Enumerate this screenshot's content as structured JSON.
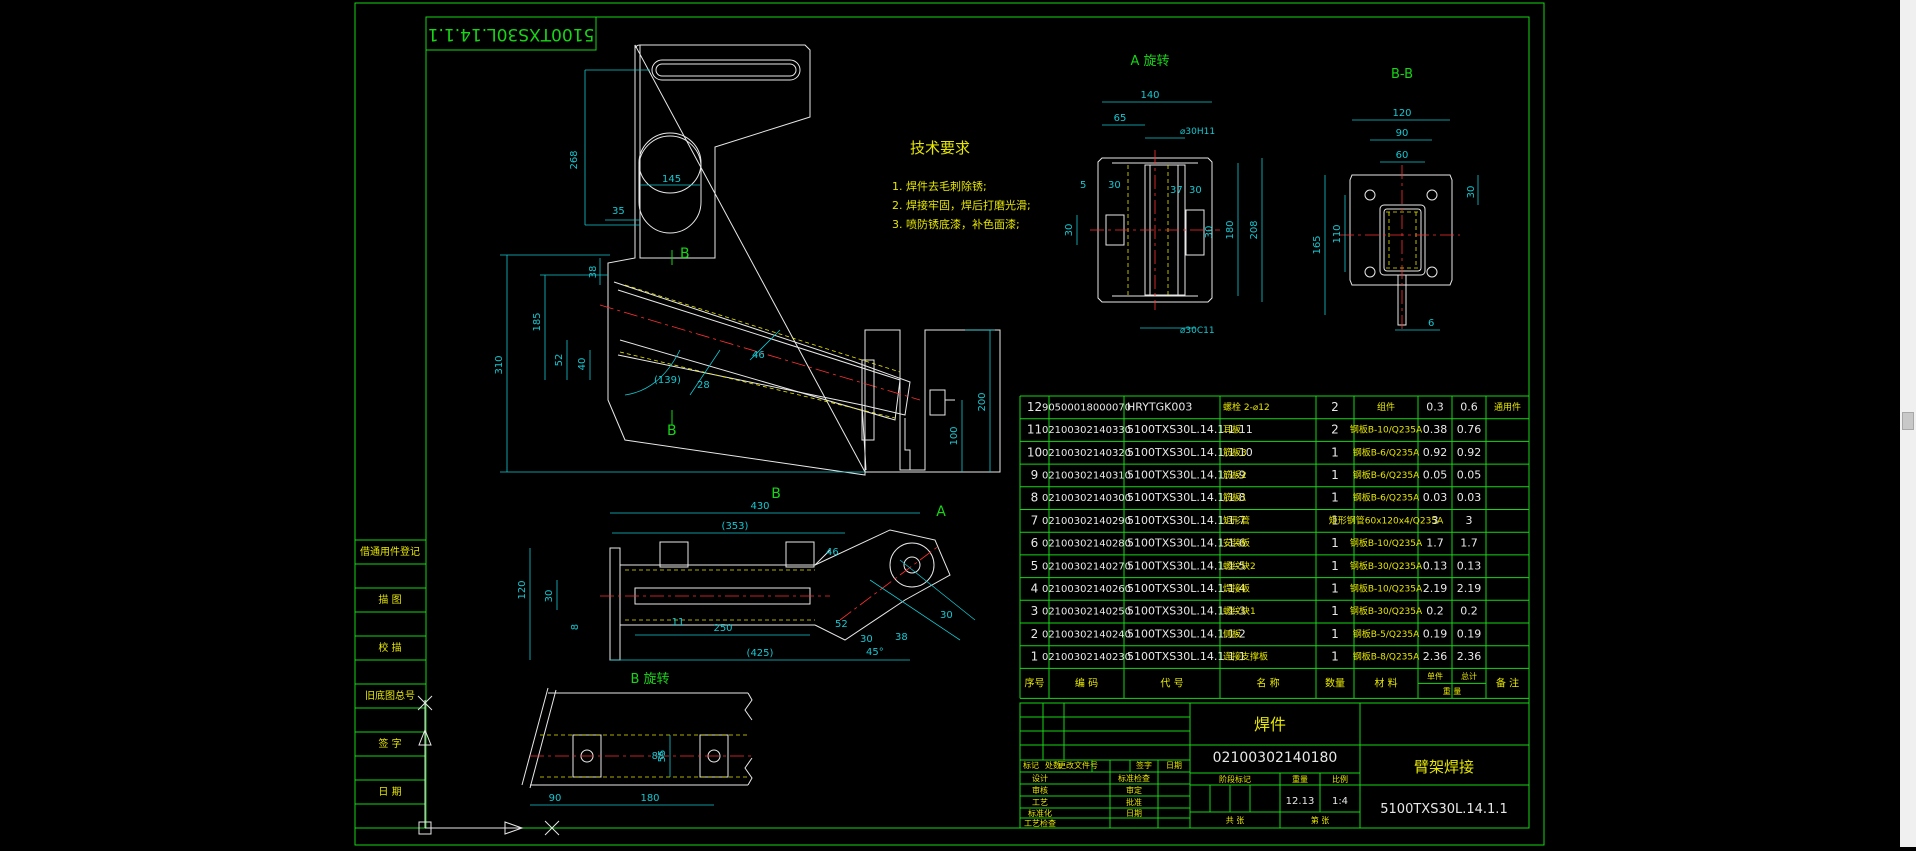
{
  "drawing": {
    "title_block_number": "5100TXS30L.14.1.1",
    "tech_requirements": {
      "title": "技术要求",
      "items": [
        "1. 焊件去毛刺除锈;",
        "2. 焊接牢固，焊后打磨光滑;",
        "3. 喷防锈底漆，补色面漆;"
      ]
    },
    "views": {
      "view_a": "A 旋转",
      "view_bb": "B-B",
      "view_b_label": "B",
      "view_b_rotated": "B 旋转",
      "label_a": "A",
      "label_b": "B"
    },
    "dims_main": {
      "d268": "268",
      "d145": "145",
      "d35": "35",
      "d38": "38",
      "d185": "185",
      "d310": "310",
      "d52": "52",
      "d40": "40",
      "d139": "(139)",
      "d28": "28",
      "d200": "200",
      "d100": "100",
      "d46": "46"
    },
    "dims_view_a": {
      "d140": "140",
      "d65": "65",
      "d30h": "⌀30H11",
      "d5": "5",
      "d30a": "30",
      "d37": "37",
      "d30b": "30",
      "d30c": "30",
      "d30d": "30",
      "d180": "180",
      "d208": "208",
      "d30bottom": "⌀30C11"
    },
    "dims_view_bb": {
      "d120": "120",
      "d90": "90",
      "d60": "60",
      "d30": "30",
      "d165": "165",
      "d110": "110",
      "d6": "6"
    },
    "dims_bottom": {
      "d430": "430",
      "d353": "(353)",
      "d120": "120",
      "d30": "30",
      "d8": "8",
      "d11": "11",
      "d250": "250",
      "d425": "(425)",
      "d46": "46",
      "d52": "52",
      "d30a": "30",
      "d45": "45°",
      "d38": "38",
      "d30b": "30"
    },
    "dims_view_b": {
      "d90": "90",
      "d180": "180",
      "d55": "55",
      "d88": "88"
    }
  },
  "left_panel": {
    "rows": [
      "借通用件登记",
      "描 图",
      "校 描",
      "旧底图总号",
      "签 字",
      "日 期"
    ]
  },
  "bom": {
    "header": [
      "序号",
      "编 码",
      "代 号",
      "名 称",
      "数量",
      "材 料",
      "单件",
      "总计",
      "备 注"
    ],
    "header_weight": "重 量",
    "rows": [
      [
        "12",
        "90500018000070",
        "HRYTGK003",
        "螺栓 2-⌀12",
        "2",
        "组件",
        "0.3",
        "0.6",
        "通用件"
      ],
      [
        "11",
        "02100302140330",
        "5100TXS30L.14.1.1-11",
        "耳板",
        "2",
        "钢板B-10/Q235A",
        "0.38",
        "0.76",
        ""
      ],
      [
        "10",
        "02100302140320",
        "5100TXS30L.14.1.1-10",
        "筋板3",
        "1",
        "钢板B-6/Q235A",
        "0.92",
        "0.92",
        ""
      ],
      [
        "9",
        "02100302140310",
        "5100TXS30L.14.1.1-9",
        "筋板2",
        "1",
        "钢板B-6/Q235A",
        "0.05",
        "0.05",
        ""
      ],
      [
        "8",
        "02100302140300",
        "5100TXS30L.14.1.1-8",
        "筋板1",
        "1",
        "钢板B-6/Q235A",
        "0.03",
        "0.03",
        ""
      ],
      [
        "7",
        "02100302140290",
        "5100TXS30L.14.1.1-7",
        "矩形管",
        "1",
        "矩形钢管60x120x4/Q235A",
        "3",
        "3",
        ""
      ],
      [
        "6",
        "02100302140280",
        "5100TXS30L.14.1.1-6",
        "安装板",
        "1",
        "钢板B-10/Q235A",
        "1.7",
        "1.7",
        ""
      ],
      [
        "5",
        "02100302140270",
        "5100TXS30L.14.1.1-5",
        "螺纹块2",
        "1",
        "钢板B-30/Q235A",
        "0.13",
        "0.13",
        ""
      ],
      [
        "4",
        "02100302140260",
        "5100TXS30L.14.1.1-4",
        "焊接板",
        "1",
        "钢板B-10/Q235A",
        "2.19",
        "2.19",
        ""
      ],
      [
        "3",
        "02100302140250",
        "5100TXS30L.14.1.1-3",
        "螺纹块1",
        "1",
        "钢板B-30/Q235A",
        "0.2",
        "0.2",
        ""
      ],
      [
        "2",
        "02100302140240",
        "5100TXS30L.14.1.1-2",
        "侧板",
        "1",
        "钢板B-5/Q235A",
        "0.19",
        "0.19",
        ""
      ],
      [
        "1",
        "02100302140230",
        "5100TXS30L.14.1.1-1",
        "连接支撑板",
        "1",
        "钢板B-8/Q235A",
        "2.36",
        "2.36",
        ""
      ]
    ]
  },
  "title_block": {
    "part_type": "焊件",
    "code": "02100302140180",
    "name": "臂架焊接",
    "drawing_no": "5100TXS30L.14.1.1",
    "mark_headers": [
      "标记",
      "处数",
      "更改文件号",
      "签字",
      "日期"
    ],
    "roles_left": [
      "设计",
      "审核",
      "工艺",
      "标准化",
      "工艺检查"
    ],
    "roles_mid": [
      "标准检查",
      "审定",
      "批准",
      "日期"
    ],
    "stage_label": "阶段标记",
    "weight_label": "重量",
    "scale_label": "比例",
    "weight": "12.13",
    "scale": "1:4",
    "sheets_total": "共 张",
    "sheet_no": "第 张"
  },
  "colors": {
    "frame": "#16d616",
    "part": "#e8e8e8",
    "dimension": "#14c8d2",
    "centerline": "#ff3030",
    "hidden": "#e6e600",
    "background": "#000000"
  }
}
